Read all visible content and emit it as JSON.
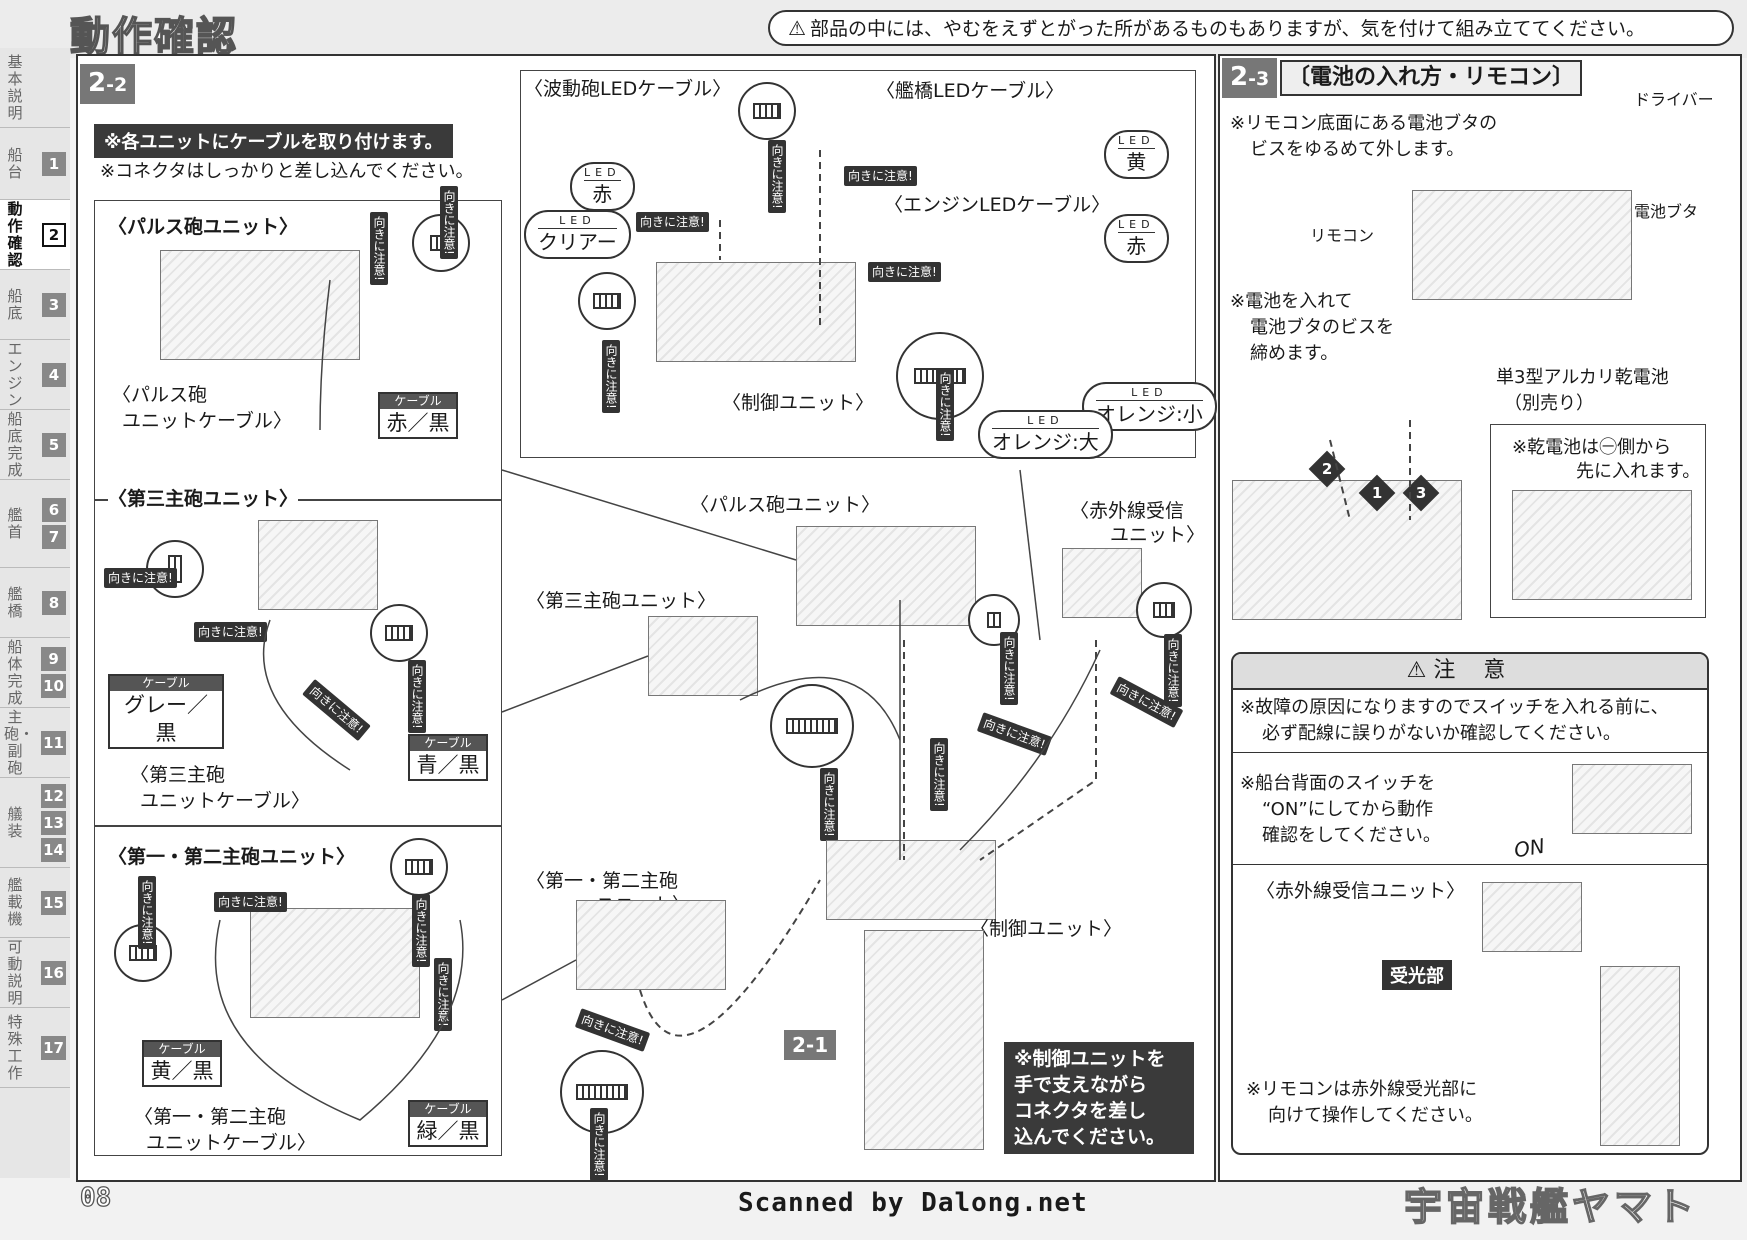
{
  "header": {
    "title": "動作確認",
    "warning": "部品の中には、やむをえずとがった所があるものもありますが、気を付けて組み立ててください。"
  },
  "sidebar": [
    {
      "label": "基本説明",
      "nums": []
    },
    {
      "label": "船台",
      "nums": [
        "1"
      ]
    },
    {
      "label": "動作確認",
      "nums": [
        "2"
      ],
      "active": true
    },
    {
      "label": "船底",
      "nums": [
        "3"
      ]
    },
    {
      "label": "エンジン",
      "nums": [
        "4"
      ]
    },
    {
      "label": "船底完成",
      "nums": [
        "5"
      ]
    },
    {
      "label": "艦首",
      "nums": [
        "6",
        "7"
      ]
    },
    {
      "label": "艦橋",
      "nums": [
        "8"
      ]
    },
    {
      "label": "船体完成",
      "nums": [
        "9",
        "10"
      ]
    },
    {
      "label": "主砲・副砲",
      "nums": [
        "11"
      ]
    },
    {
      "label": "艤装",
      "nums": [
        "12",
        "13",
        "14"
      ]
    },
    {
      "label": "艦載機",
      "nums": [
        "15"
      ]
    },
    {
      "label": "可動説明",
      "nums": [
        "16"
      ]
    },
    {
      "label": "特殊工作",
      "nums": [
        "17"
      ]
    }
  ],
  "s22": {
    "num": "2",
    "sub": "-2",
    "instruction": "※各ユニットにケーブルを取り付けます。",
    "note": "※コネクタはしっかりと差し込んでください。",
    "pulse_unit": "〈パルス砲ユニット〉",
    "pulse_cable": "〈パルス砲",
    "pulse_cable2": "ユニットケーブル〉",
    "pulse_cable_color": "赤／黒",
    "third_unit": "〈第三主砲ユニット〉",
    "third_cable": "〈第三主砲",
    "third_cable2": "ユニットケーブル〉",
    "third_gray": "グレー／黒",
    "third_blue": "青／黒",
    "first_unit": "〈第一・第二主砲ユニット〉",
    "first_cable": "〈第一・第二主砲",
    "first_cable2": "ユニットケーブル〉",
    "first_yellow": "黄／黒",
    "first_green": "緑／黒",
    "cable_hdr": "ケーブル",
    "orient": "向きに注意!",
    "hadou_led": "〈波動砲LEDケーブル〉",
    "kankyo_led": "〈艦橋LEDケーブル〉",
    "engine_led": "〈エンジンLEDケーブル〉",
    "led_hdr": "LED",
    "led_red": "赤",
    "led_clear": "クリアー",
    "led_yellow": "黄",
    "led_red2": "赤",
    "led_orange_big": "オレンジ:大",
    "led_orange_small": "オレンジ:小",
    "control_unit": "〈制御ユニット〉",
    "pulse_unit2": "〈パルス砲ユニット〉",
    "third_unit2": "〈第三主砲ユニット〉",
    "ir_unit": "〈赤外線受信",
    "ir_unit2": "ユニット〉",
    "first_unit2": "〈第一・第二主砲",
    "first_unit2b": "ユニット〉",
    "control_unit2": "〈制御ユニット〉",
    "ref21": "2-1",
    "support_note": [
      "※制御ユニットを",
      "手で支えながら",
      "コネクタを差し",
      "込んでください。"
    ]
  },
  "s23": {
    "num": "2",
    "sub": "-3",
    "title": "〔電池の入れ方・リモコン〕",
    "note1": [
      "※リモコン底面にある電池ブタの",
      "ビスをゆるめて外します。"
    ],
    "driver": "ドライバー",
    "battery_cover": "電池ブタ",
    "remote": "リモコン",
    "note2": [
      "※電池を入れて",
      "電池ブタのビスを",
      "締めます。"
    ],
    "battery": [
      "単3型アルカリ乾電池",
      "（別売り）"
    ],
    "order": [
      "2",
      "1",
      "3"
    ],
    "note3": [
      "※乾電池は㊀側から",
      "先に入れます。"
    ]
  },
  "caution": {
    "title": "注意",
    "items": [
      [
        "※故障の原因になりますのでスイッチを入れる前に、",
        "必ず配線に誤りがないか確認してください。"
      ],
      [
        "※船台背面のスイッチを",
        "“ON”にしてから動作",
        "確認をしてください。"
      ]
    ],
    "on": "ON",
    "ir_unit": "〈赤外線受信ユニット〉",
    "receiver": "受光部",
    "remote_note": [
      "※リモコンは赤外線受光部に",
      "向けて操作してください。"
    ]
  },
  "footer": {
    "page": "08",
    "scan": "Scanned by Dalong.net",
    "title": "宇宙戦艦ヤマト"
  }
}
